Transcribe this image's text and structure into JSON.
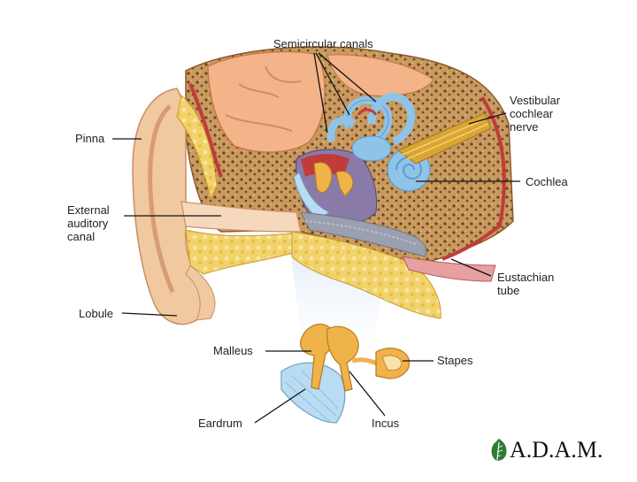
{
  "labels": {
    "semicircular_canals": "Semicircular canals",
    "vestibular_cochlear_nerve": "Vestibular\ncochlear\nnerve",
    "pinna": "Pinna",
    "cochlea": "Cochlea",
    "external_auditory_canal": "External\nauditory\ncanal",
    "eustachian_tube": "Eustachian\ntube",
    "lobule": "Lobule",
    "malleus": "Malleus",
    "stapes": "Stapes",
    "eardrum": "Eardrum",
    "incus": "Incus"
  },
  "logo": {
    "text": "A.D.A.M."
  },
  "colors": {
    "skin": "#f0c9a0",
    "bone": "#b8864f",
    "cartilage_yellow": "#f2d36b",
    "inner_ear_blue": "#8fc3e8",
    "brain_tissue": "#f4b48a",
    "nerve_gold": "#d9a534",
    "canal_red": "#c23b3b",
    "ossicle_gold": "#f0b34a",
    "eardrum_blue": "#b9dcf2",
    "leader_line": "#111111"
  }
}
